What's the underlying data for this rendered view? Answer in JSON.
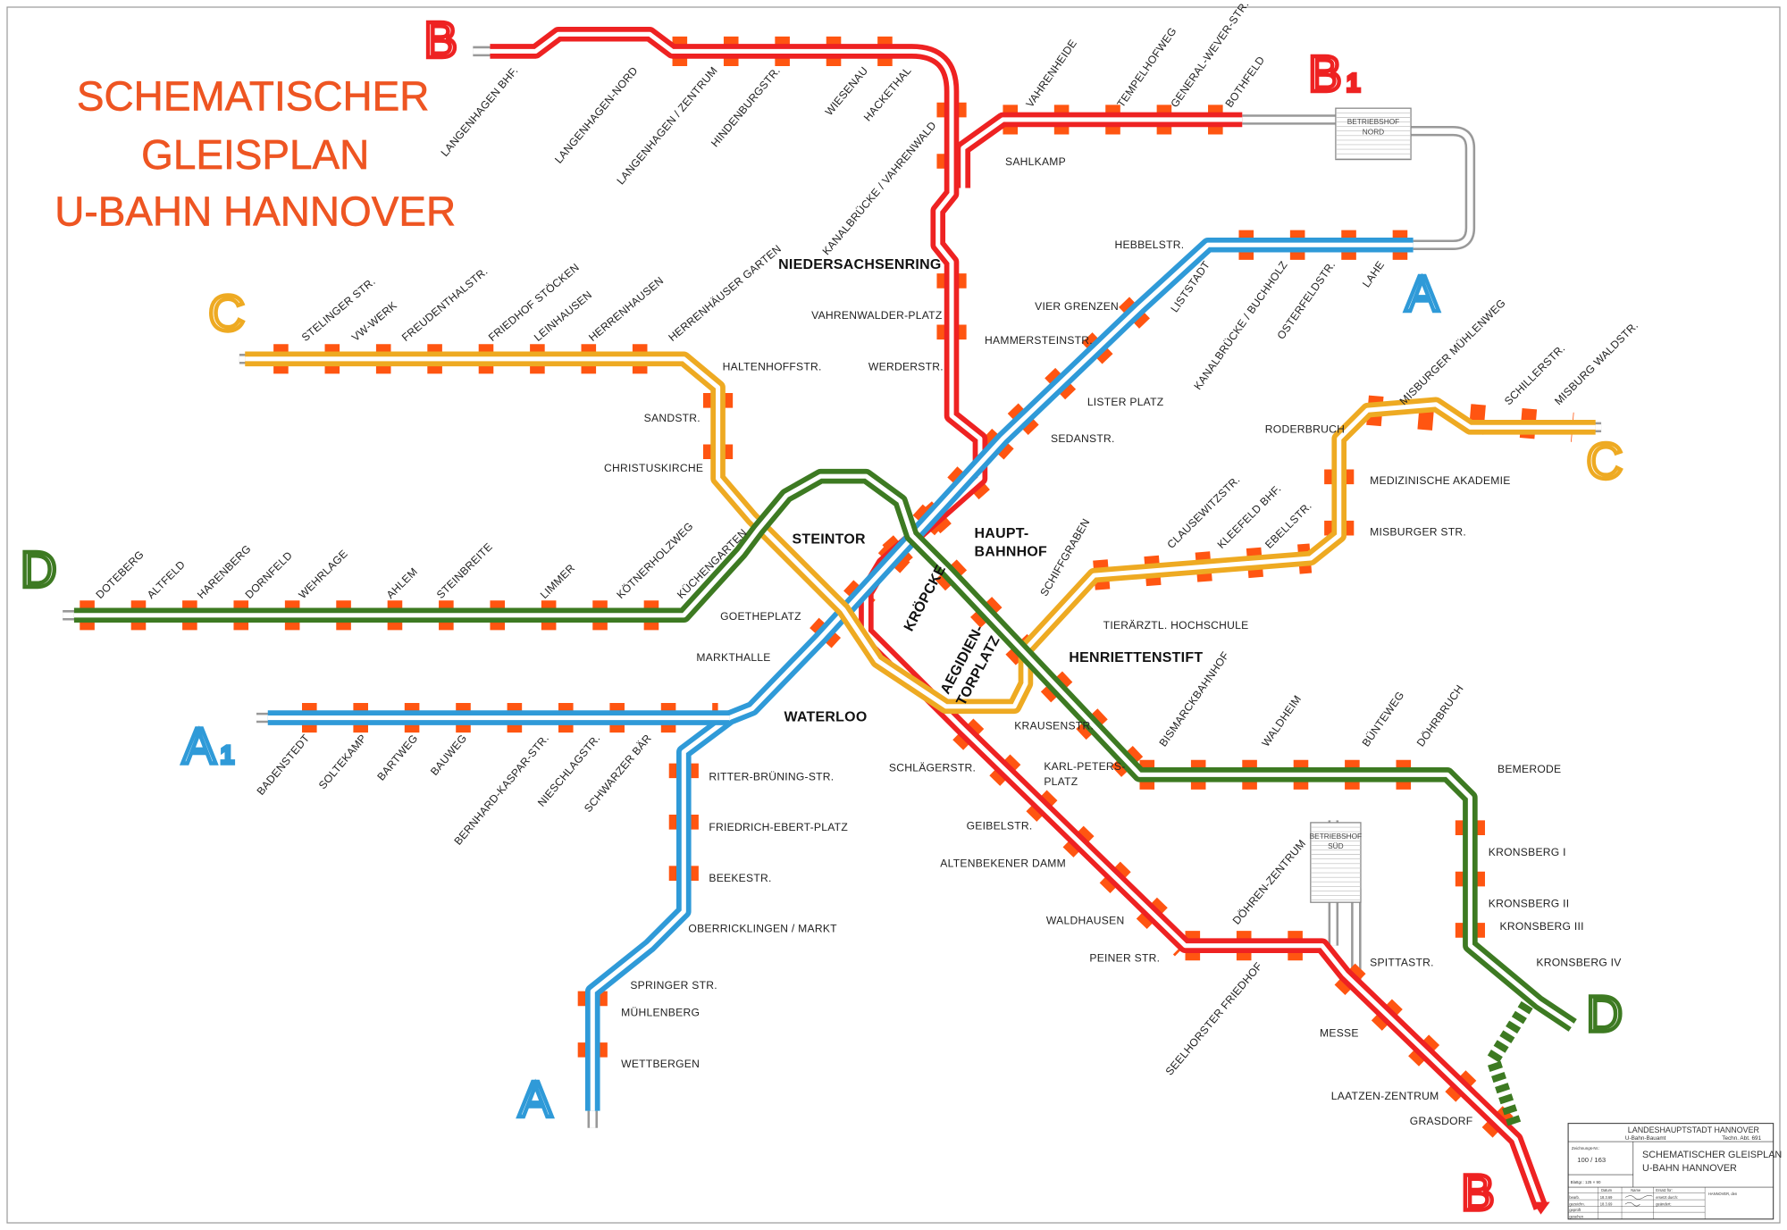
{
  "title": {
    "lines": [
      "SCHEMATISCHER",
      "GLEISPLAN",
      "U-BAHN HANNOVER"
    ]
  },
  "colors": {
    "line_A": "#2f9ad8",
    "line_B": "#ee2222",
    "line_C": "#eeaa22",
    "line_D": "#3d7a22",
    "platform": "#ff5511",
    "depot": "#aaaaaa"
  },
  "line_letters": [
    {
      "label": "B",
      "line": "B"
    },
    {
      "label": "B",
      "sub": "1",
      "line": "B"
    },
    {
      "label": "C",
      "line": "C"
    },
    {
      "label": "A",
      "line": "A"
    },
    {
      "label": "C",
      "line": "C"
    },
    {
      "label": "D",
      "line": "D"
    },
    {
      "label": "A",
      "sub": "1",
      "line": "A"
    },
    {
      "label": "D",
      "line": "D"
    },
    {
      "label": "A",
      "line": "A"
    },
    {
      "label": "B",
      "line": "B"
    }
  ],
  "stations_horizontal": [
    "HALTENHOFFSTR.",
    "SANDSTR.",
    "CHRISTUSKIRCHE",
    "STEINTOR",
    "GOETHEPLATZ",
    "MARKTHALLE",
    "WATERLOO",
    "RITTER-BRÜNING-STR.",
    "FRIEDRICH-EBERT-PLATZ",
    "BEEKESTR.",
    "OBERRICKLINGEN / MARKT",
    "SPRINGER STR.",
    "MÜHLENBERG",
    "WETTBERGEN",
    "NIEDERSACHSENRING",
    "VAHRENWALDER-PLATZ",
    "WERDERSTR.",
    "SAHLKAMP",
    "HEBBELSTR.",
    "VIER GRENZEN",
    "HAMMERSTEINSTR.",
    "LISTER PLATZ",
    "SEDANSTR.",
    "HAUPT-",
    "BAHNHOF",
    "RODERBRUCH",
    "MEDIZINISCHE AKADEMIE",
    "MISBURGER STR.",
    "TIERÄRZTL. HOCHSCHULE",
    "HENRIETTENSTIFT",
    "KRAUSENSTR.",
    "KARL-PETERS-",
    "PLATZ",
    "SCHLÄGERSTR.",
    "GEIBELSTR.",
    "ALTENBEKENER DAMM",
    "WALDHAUSEN",
    "PEINER STR.",
    "SPITTASTR.",
    "MESSE",
    "LAATZEN-ZENTRUM",
    "GRASDORF",
    "BEMERODE",
    "KRONSBERG I",
    "KRONSBERG II",
    "KRONSBERG III",
    "KRONSBERG IV"
  ],
  "stations_rotated": [
    "LANGENHAGEN BHF.",
    "LANGENHAGEN-NORD",
    "LANGENHAGEN / ZENTRUM",
    "HINDENBURGSTR.",
    "WIESENAU",
    "HACKETHAL",
    "KANALBRÜCKE / VAHRENWALD",
    "VAHRENHEIDE",
    "TEMPELHOFWEG",
    "GENERAL-WEVER-STR.",
    "BOTHFELD",
    "LISTSTADT",
    "KANALBRÜCKE / BUCHHOLZ",
    "OSTERFELDSTR.",
    "LAHE",
    "STELINGER STR.",
    "VW-WERK",
    "FREUDENTHALSTR.",
    "FRIEDHOF STÖCKEN",
    "LEINHAUSEN",
    "HERRENHAUSEN",
    "HERRENHÄUSER GARTEN",
    "CLAUSEWITZSTR.",
    "KLEEFELD BHF.",
    "EBELLSTR.",
    "MISBURGER MÜHLENWEG",
    "SCHILLERSTR.",
    "MISBURG WALDSTR.",
    "DOTEBERG",
    "ALTFELD",
    "HARENBERG",
    "DORNFELD",
    "WEHRLAGE",
    "AHLEM",
    "STEINBREITE",
    "LIMMER",
    "KÖTNERHOLZWEG",
    "KÜCHENGARTEN",
    "SCHIFFGRABEN",
    "BISMARCKBAHNHOF",
    "WALDHEIM",
    "BÜNTEWEG",
    "DÖHRBRUCH",
    "BADENSTEDT",
    "SOLTEKAMP",
    "BARTWEG",
    "BAUWEG",
    "BERNHARD-KASPAR-STR.",
    "NIESCHLAGSTR.",
    "SCHWARZER BÄR",
    "DÖHREN-ZENTRUM",
    "SEELHORSTER FRIEDHOF",
    "KRÖPCKE",
    "AEGIDIEN-",
    "TORPLATZ"
  ],
  "depots": [
    {
      "line1": "BETRIEBSHOF",
      "line2": "NORD"
    },
    {
      "line1": "BETRIEBSHOF",
      "line2": "SÜD"
    }
  ],
  "title_block": {
    "authority": "LANDESHAUPTSTADT HANNOVER",
    "office": "U-Bahn-Bauamt",
    "department": "Techn. Abt. 691",
    "drawing_no_label": "Zeichnungs-Nr.:",
    "drawing_no": "100 / 163",
    "title_line1": "SCHEMATISCHER GLEISPLAN",
    "title_line2": "U-BAHN HANNOVER",
    "sheet_size": "Blattgr.: 125 × 90",
    "col_datum": "Datum",
    "col_name": "Name",
    "row_bearb": "bearb.",
    "row_gezeichn": "gezeichn.",
    "row_geprueft": "geprüft",
    "row_gesehen": "gesehen",
    "date1": "18.3.69",
    "date2": "18.3.69",
    "ersatz_fuer": "Ersatz für:",
    "ersetzt_durch": "ersetzt durch:",
    "geaendert": "geändert:",
    "place_date": "HANNOVER, den"
  }
}
